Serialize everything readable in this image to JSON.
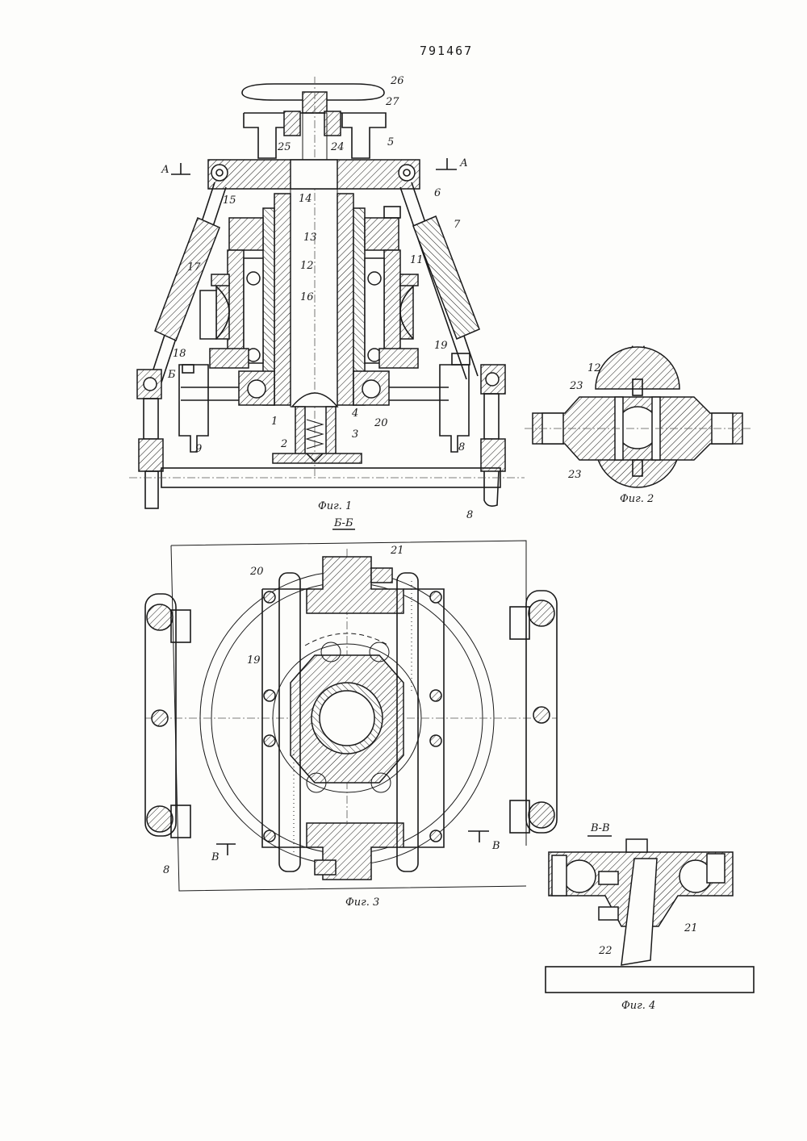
{
  "patent_number": "791467",
  "figures": {
    "fig1": {
      "caption": "Фиг. 1",
      "section_markers": [
        "А",
        "А",
        "Б"
      ]
    },
    "fig2": {
      "caption": "Фиг. 2",
      "section_title": "А-А"
    },
    "fig3": {
      "caption": "Фиг. 3",
      "section_title": "Б-Б",
      "section_markers": [
        "В",
        "В"
      ]
    },
    "fig4": {
      "caption": "Фиг. 4",
      "section_title": "В-В"
    }
  },
  "labels": {
    "n1": "1",
    "n2": "2",
    "n3": "3",
    "n4": "4",
    "n5": "5",
    "n6": "6",
    "n7": "7",
    "n8": "8",
    "n9": "9",
    "n11": "11",
    "n12": "12",
    "n13": "13",
    "n14": "14",
    "n15": "15",
    "n16": "16",
    "n17": "17",
    "n18": "18",
    "n19": "19",
    "n20": "20",
    "n21": "21",
    "n22": "22",
    "n23": "23",
    "n24": "24",
    "n25": "25",
    "n26": "26",
    "n27": "27"
  }
}
